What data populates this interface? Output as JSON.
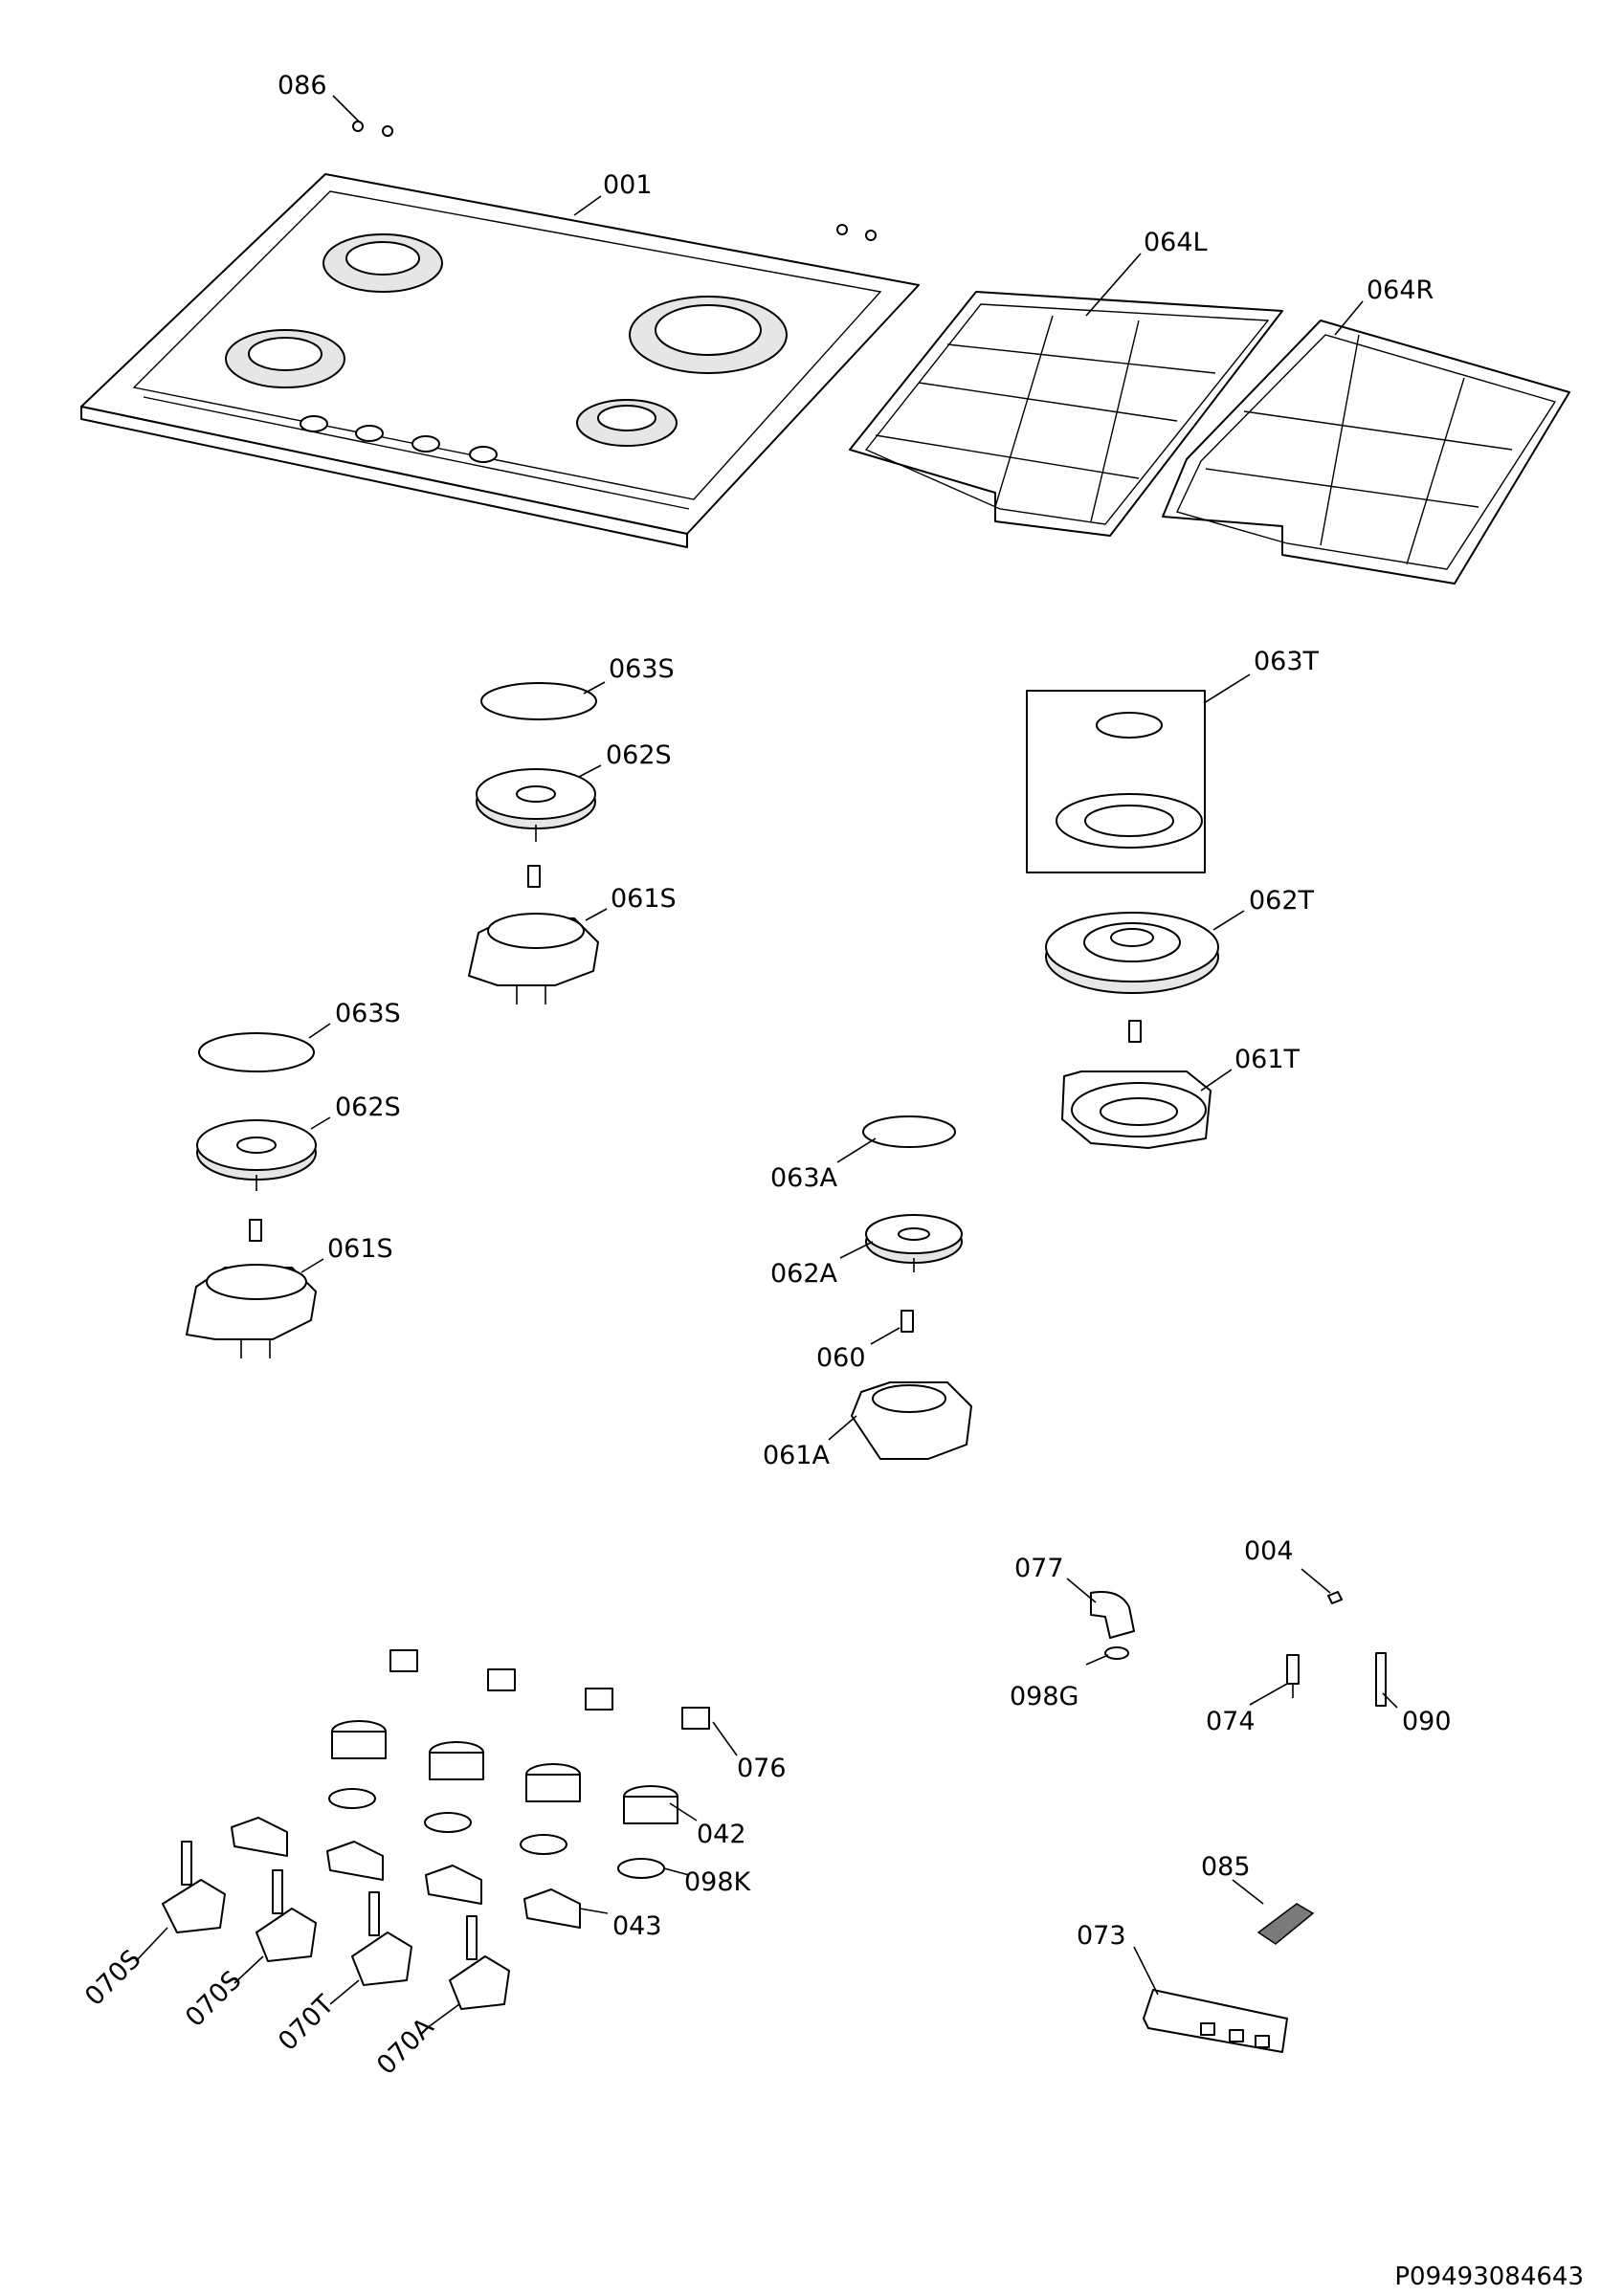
{
  "document_id": "P09493084643",
  "callouts": {
    "c086": "086",
    "c001": "001",
    "c064L": "064L",
    "c064R": "064R",
    "c063S_a": "063S",
    "c062S_a": "062S",
    "c061S_a": "061S",
    "c063T": "063T",
    "c062T": "062T",
    "c061T": "061T",
    "c063S_b": "063S",
    "c062S_b": "062S",
    "c061S_b": "061S",
    "c063A": "063A",
    "c062A": "062A",
    "c060": "060",
    "c061A": "061A",
    "c077": "077",
    "c004": "004",
    "c098G": "098G",
    "c074": "074",
    "c090": "090",
    "c076": "076",
    "c042": "042",
    "c098K": "098K",
    "c043": "043",
    "c085": "085",
    "c073": "073",
    "c070S_a": "070S",
    "c070S_b": "070S",
    "c070T": "070T",
    "c070A": "070A"
  }
}
